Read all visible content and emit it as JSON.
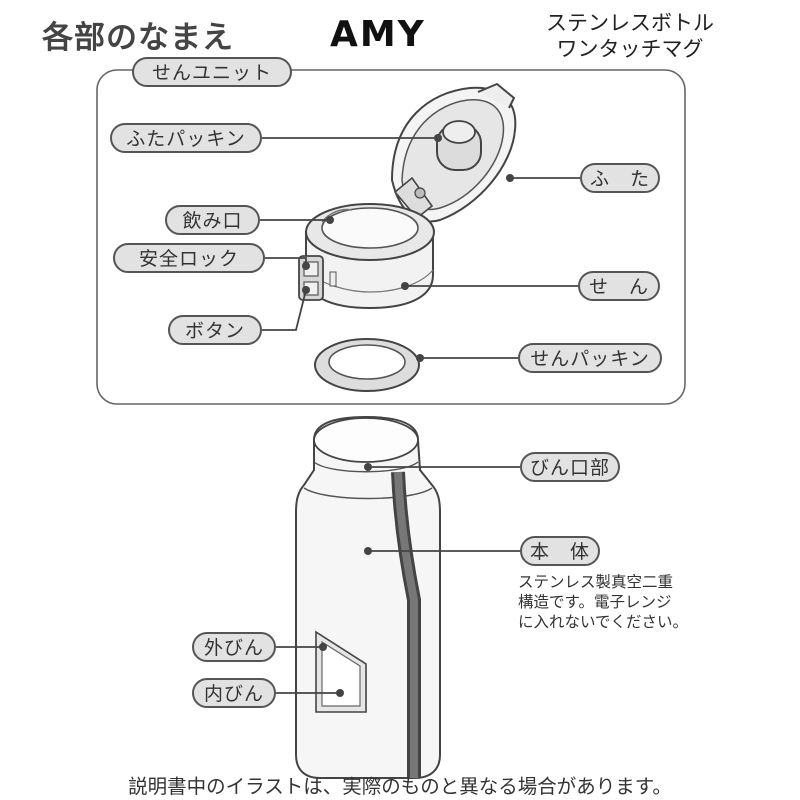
{
  "header": {
    "title": "各部のなまえ",
    "brand": "AMY",
    "product_line1": "ステンレスボトル",
    "product_line2": "ワンタッチマグ"
  },
  "labels": {
    "cap_unit": "せんユニット",
    "lid_packing": "ふたパッキン",
    "lid": "ふ　た",
    "spout": "飲み口",
    "safety_lock": "安全ロック",
    "button": "ボタン",
    "stopper": "せ　ん",
    "stopper_packing": "せんパッキン",
    "bottle_mouth": "びん口部",
    "body": "本　体",
    "outer_bottle": "外びん",
    "inner_bottle": "内びん"
  },
  "note": {
    "line1": "ステンレス製真空二重",
    "line2": "構造です。電子レンジ",
    "line3": "に入れないでください。"
  },
  "footer": "説明書中のイラストは、実際のものと異なる場合があります。"
}
